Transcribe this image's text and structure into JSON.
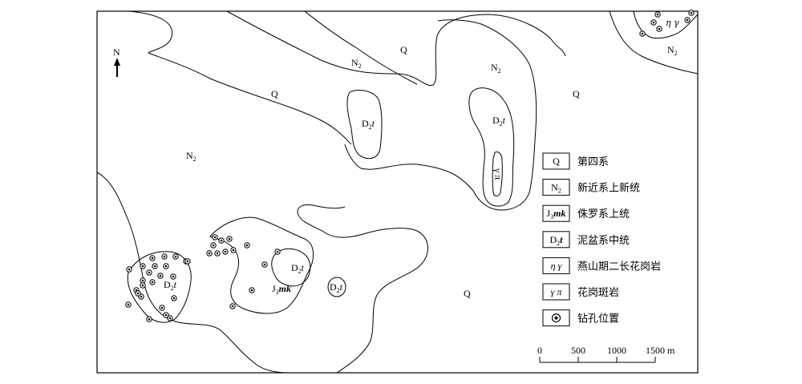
{
  "map": {
    "north_label": "N",
    "units": [
      {
        "id": "n2-west",
        "base": "N",
        "sub": "2",
        "suffix": ""
      },
      {
        "id": "n2-north",
        "base": "N",
        "sub": "2",
        "suffix": ""
      },
      {
        "id": "n2-east-pocket",
        "base": "N",
        "sub": "2",
        "suffix": ""
      },
      {
        "id": "n2-northeast",
        "base": "N",
        "sub": "2",
        "suffix": ""
      },
      {
        "id": "q-north",
        "base": "Q",
        "sub": "",
        "suffix": ""
      },
      {
        "id": "q-west",
        "base": "Q",
        "sub": "",
        "suffix": ""
      },
      {
        "id": "q-east",
        "base": "Q",
        "sub": "",
        "suffix": ""
      },
      {
        "id": "q-south",
        "base": "Q",
        "sub": "",
        "suffix": ""
      },
      {
        "id": "d2t-center",
        "base": "D",
        "sub": "2",
        "suffix": "t"
      },
      {
        "id": "d2t-east",
        "base": "D",
        "sub": "2",
        "suffix": "t"
      },
      {
        "id": "d2t-southwest",
        "base": "D",
        "sub": "2",
        "suffix": "t"
      },
      {
        "id": "d2t-south",
        "base": "D",
        "sub": "2",
        "suffix": "t"
      },
      {
        "id": "d2t-small",
        "base": "D",
        "sub": "2",
        "suffix": "t"
      },
      {
        "id": "j3mk",
        "base": "J",
        "sub": "3",
        "suffix": "mk"
      },
      {
        "id": "eta-gamma",
        "base": "η γ",
        "sub": "",
        "suffix": ""
      },
      {
        "id": "gamma-pi",
        "base": "γ π",
        "sub": "",
        "suffix": ""
      }
    ]
  },
  "legend": {
    "items": [
      {
        "code": "Q",
        "code_sub": "",
        "code_suffix": "",
        "label": "第四系"
      },
      {
        "code": "N",
        "code_sub": "2",
        "code_suffix": "",
        "label": "新近系上新统"
      },
      {
        "code": "J",
        "code_sub": "3",
        "code_suffix": "mk",
        "label": "侏罗系上统"
      },
      {
        "code": "D",
        "code_sub": "2",
        "code_suffix": "t",
        "label": "泥盆系中统"
      },
      {
        "code": "η γ",
        "code_sub": "",
        "code_suffix": "",
        "label": "燕山期二长花岗岩"
      },
      {
        "code": "γ π",
        "code_sub": "",
        "code_suffix": "",
        "label": "花岗斑岩"
      },
      {
        "code": "",
        "code_sub": "",
        "code_suffix": "",
        "label": "钻孔位置",
        "symbol": "borehole"
      }
    ]
  },
  "scale_bar": {
    "ticks": [
      "0",
      "500",
      "1000",
      "1500 m"
    ]
  },
  "boreholes": {
    "symbol": "borehole-icon",
    "count": 43
  }
}
